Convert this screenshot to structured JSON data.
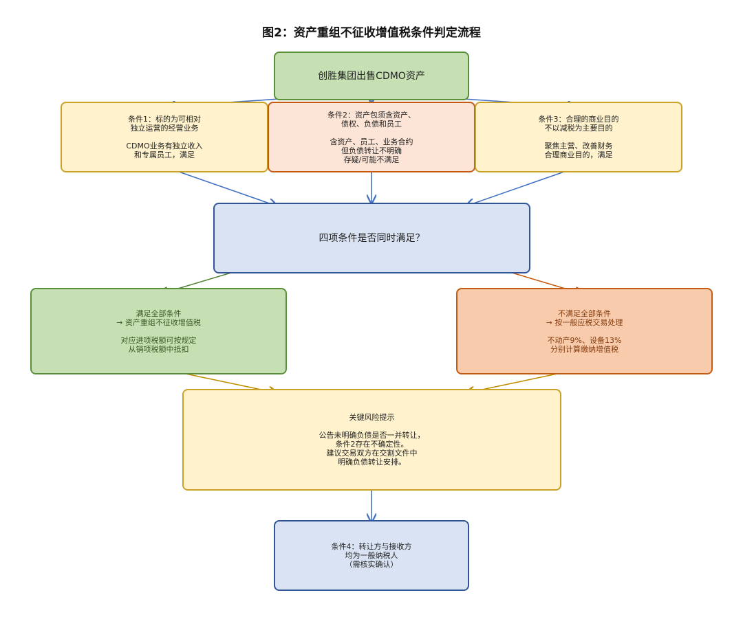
{
  "title": "图2：资产重组不征收增值税条件判定流程",
  "nodes": {
    "start": {
      "label": "创胜集团出售CDMO资产"
    },
    "cond1": {
      "line1": "条件1：标的为可相对",
      "line2": "独立运营的经营业务",
      "line3": "CDMO业务有独立收入",
      "line4": "和专属员工，满足"
    },
    "cond2": {
      "line1": "条件2：资产包须含资产、",
      "line2": "债权、负债和员工",
      "line3": "含资产、员工、业务合约",
      "line4": "但负债转让不明确",
      "line5": "存疑/可能不满足"
    },
    "cond3": {
      "line1": "条件3：合理的商业目的",
      "line2": "不以减税为主要目的",
      "line3": "聚焦主营、改善财务",
      "line4": "合理商业目的，满足"
    },
    "decision": {
      "label": "四项条件是否同时满足？"
    },
    "yes": {
      "line1": "满足全部条件",
      "line2": "→ 资产重组不征收增值税",
      "line3": "对应进项税额可按规定",
      "line4": "从销项税额中抵扣"
    },
    "no": {
      "line1": "不满足全部条件",
      "line2": "→ 按一般应税交易处理",
      "line3": "不动产9%、设备13%",
      "line4": "分别计算缴纳增值税"
    },
    "risk": {
      "line1": "关键风险提示",
      "line2": "公告未明确负债是否一并转让，",
      "line3": "条件2存在不确定性。",
      "line4": "建议交易双方在交割文件中",
      "line5": "明确负债转让安排。"
    },
    "cond4": {
      "line1": "条件4：转让方与接收方",
      "line2": "均为一般纳税人",
      "line3": "（需核实确认）"
    }
  },
  "colors": {
    "arrow_blue": "#4472c4",
    "arrow_green": "#548235",
    "arrow_orange": "#c55a11",
    "arrow_gold": "#bf9000"
  }
}
